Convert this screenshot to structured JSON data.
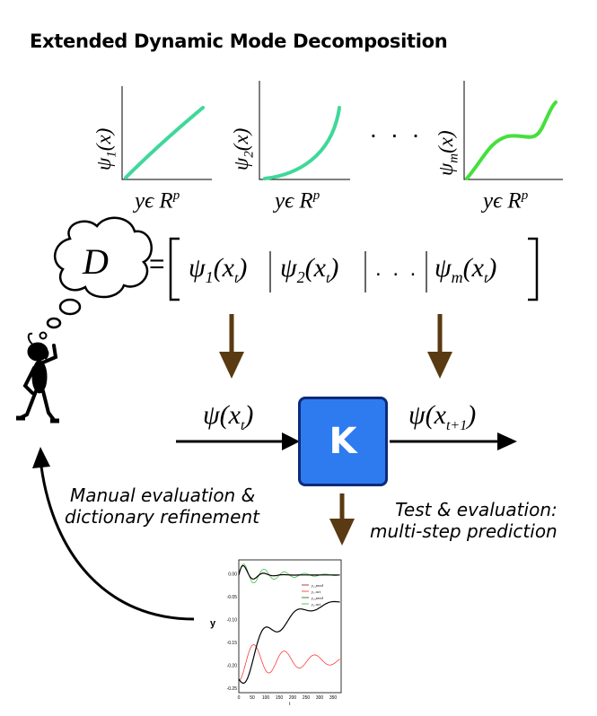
{
  "title": "Extended Dynamic Mode Decomposition",
  "basis_plots": [
    {
      "ylabel_main": "ψ",
      "ylabel_sub": "1",
      "ylabel_arg": "(x)",
      "xlabel_main": "yϵ R",
      "xlabel_sup": "p"
    },
    {
      "ylabel_main": "ψ",
      "ylabel_sub": "2",
      "ylabel_arg": "(x)",
      "xlabel_main": "yϵ R",
      "xlabel_sup": "p"
    },
    {
      "ylabel_main": "ψ",
      "ylabel_sub": "m",
      "ylabel_arg": "(x)",
      "xlabel_main": "yϵ R",
      "xlabel_sup": "p"
    }
  ],
  "ellipsis": ". . .",
  "dictionary": {
    "symbol": "D",
    "equals": "=",
    "entries": [
      {
        "psi": "ψ",
        "sub": "1",
        "open": "(x",
        "arg_sub": "t",
        "close": ")"
      },
      {
        "psi": "ψ",
        "sub": "2",
        "open": "(x",
        "arg_sub": "t",
        "close": ")"
      },
      {
        "psi": "ψ",
        "sub": "m",
        "open": "(x",
        "arg_sub": "t",
        "close": ")"
      }
    ],
    "dots": ". . ."
  },
  "koopman": {
    "label": "K",
    "input": {
      "psi": "ψ",
      "open": "(x",
      "sub": "t",
      "close": ")"
    },
    "output": {
      "psi": "ψ",
      "open": "(x",
      "sub": "t+1",
      "close": ")"
    },
    "color": "#2e7bef"
  },
  "notes": {
    "manual_line1": "Manual evaluation &",
    "manual_line2": "dictionary refinement",
    "test_line1": "Test & evaluation:",
    "test_line2": "multi-step prediction"
  },
  "prediction_plot": {
    "ylabel": "y",
    "xlabel": "t",
    "legend": [
      {
        "name": "y₁ pred",
        "color": "#8b1a1a"
      },
      {
        "name": "y₁ act",
        "color": "#ff2020"
      },
      {
        "name": "y₂ pred",
        "color": "#1a5a1a"
      },
      {
        "name": "y₂ act",
        "color": "#2fb52f"
      }
    ],
    "ylim": [
      -0.26,
      0.03
    ],
    "xlim": [
      0,
      380
    ],
    "yticks": [
      "0.00",
      "-0.05",
      "-0.10",
      "-0.15",
      "-0.20",
      "-0.25"
    ],
    "xticks": [
      "0",
      "50",
      "100",
      "150",
      "200",
      "250",
      "300",
      "350"
    ]
  },
  "colors": {
    "arrow_brown": "#5a3a12",
    "curve_green": "#3fd89a",
    "curve_green2": "#44e03c"
  }
}
